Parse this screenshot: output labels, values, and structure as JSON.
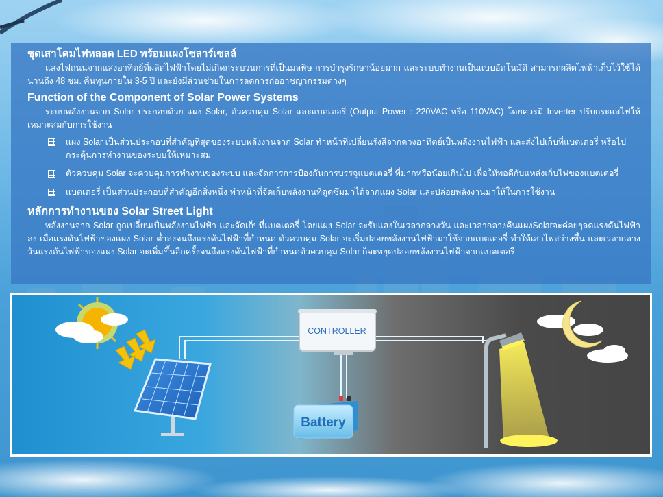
{
  "info": {
    "title_th": "ชุดเสาโคมไฟหลอด LED พร้อมแผงโซลาร์เซลล์",
    "intro": "แสงไฟถนนจากแสงอาทิตย์ที่ผลิตไฟฟ้าโดยไม่เกิดกระบวนการที่เป็นมลพิษ การบำรุงรักษาน้อยมาก และระบบทำงานเป็นแบบอัตโนมัติ สามารถผลิตไฟฟ้าเก็บไว้ใช้ได้นานถึง 48 ชม. คืนทุนภายใน 3-5 ปี และยังมีส่วนช่วยในการลดการก่ออาชญากรรมต่างๆ",
    "function_title": "Function of the Component of Solar Power Systems",
    "function_text": "ระบบพลังงานจาก Solar ประกอบด้วย แผง Solar, ตัวควบคุม Solar และแบตเตอรี่ (Output Power : 220VAC หรือ 110VAC) โดยควรมี Inverter ปรับกระแสไฟให้เหมาะสมกับการใช้งาน",
    "bullets": [
      "แผง Solar เป็นส่วนประกอบที่สำคัญที่สุดของระบบพลังงานจาก Solar ทำหน้าที่เปลี่ยนรังสีจากดวงอาทิตย์เป็นพลังงานไฟฟ้า และส่งไปเก็บที่แบตเตอรี่ หรือไปกระตุ้นการทำงานของระบบให้เหมาะสม",
      "ตัวควบคุม Solar จะควบคุมการทำงานของระบบ และจัดการการป้องกันการบรรจุแบตเตอรี่ ที่มากหรือน้อยเกินไป เพื่อให้พอดีกับแหล่งเก็บไฟของแบตเตอรี่",
      "แบตเตอรี่ เป็นส่วนประกอบที่สำคัญอีกสิ่งหนึ่ง ทำหน้าที่จัดเก็บพลังงานที่ดูดซึมมาได้จากแผง Solar และปล่อยพลังงานมาให้ในการใช้งาน"
    ],
    "principle_title": "หลักการทำงานของ Solar Street Light",
    "principle_text": "พลังงานจาก Solar ถูกเปลี่ยนเป็นพลังงานไฟฟ้า และจัดเก็บที่แบตเตอรี่ โดยแผง Solar จะรับแสงในเวลากลางวัน และเวลากลางคืนแผงSolarจะค่อยๆลดแรงดันไฟฟ้าลง เมื่อแรงดันไฟฟ้าของแผง Solar ต่ำลงจนถึงแรงดันไฟฟ้าที่กำหนด ตัวควบคุม Solar จะเริ่มปล่อยพลังงานไฟฟ้ามาใช้จากแบตเตอรี่ ทำให้เสาไฟสว่างขึ้น และเวลากลางวันแรงดันไฟฟ้าของแผง Solar จะเพิ่มขึ้นอีกครั้งจนถึงแรงดันไฟฟ้าที่กำหนดตัวควบคุม Solar ก็จะหยุดปล่อยพลังงานไฟฟ้าจากแบตเตอรี่"
  },
  "diagram": {
    "controller_label": "CONTROLLER",
    "battery_label": "Battery"
  },
  "colors": {
    "panel_bg": "#3878c4",
    "sun": "#f4b400",
    "moon": "#f6e58d",
    "lamp_light": "#fff35c"
  }
}
